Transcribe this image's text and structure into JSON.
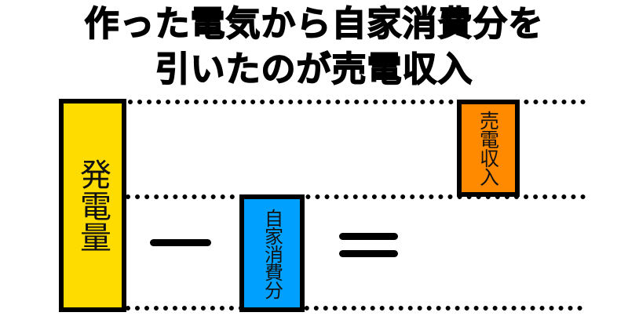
{
  "title": {
    "line1": "作った電気から自家消費分を",
    "line2": "引いたのが売電収入"
  },
  "boxes": {
    "generation": {
      "label": "発電量",
      "color": "#ffdc00"
    },
    "self_consumption": {
      "label": "自家消費分",
      "color": "#00a0ff"
    },
    "sales_income": {
      "label": "売電収入",
      "color": "#ff8a00"
    }
  },
  "operators": {
    "minus": "−",
    "equals": "="
  }
}
